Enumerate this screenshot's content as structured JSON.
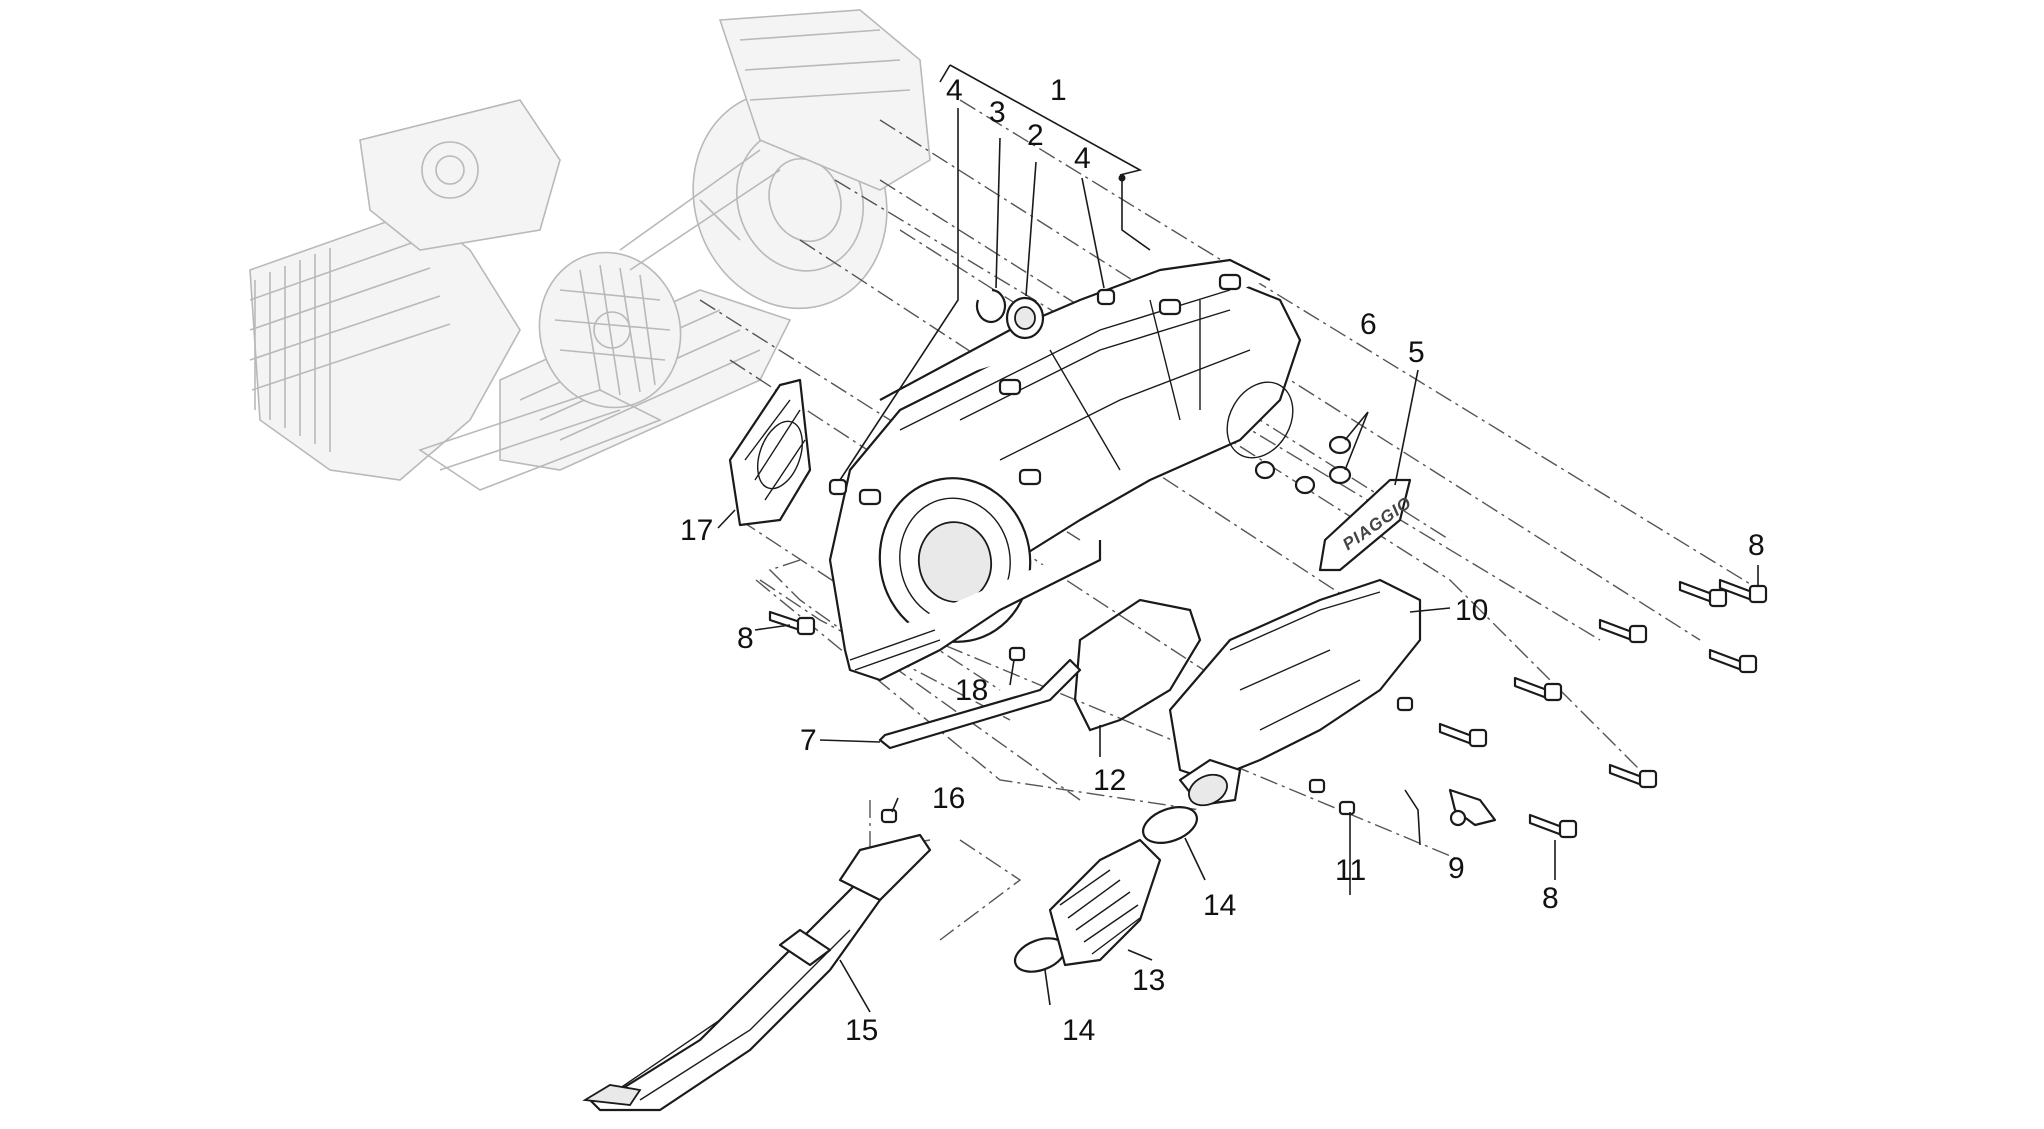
{
  "diagram": {
    "logo_text": "PIAGGIO",
    "callouts": [
      {
        "id": "c1",
        "label": "1"
      },
      {
        "id": "c2",
        "label": "2"
      },
      {
        "id": "c3",
        "label": "3"
      },
      {
        "id": "c4a",
        "label": "4"
      },
      {
        "id": "c4b",
        "label": "4"
      },
      {
        "id": "c5",
        "label": "5"
      },
      {
        "id": "c6",
        "label": "6"
      },
      {
        "id": "c7",
        "label": "7"
      },
      {
        "id": "c8a",
        "label": "8"
      },
      {
        "id": "c8b",
        "label": "8"
      },
      {
        "id": "c8c",
        "label": "8"
      },
      {
        "id": "c9",
        "label": "9"
      },
      {
        "id": "c10",
        "label": "10"
      },
      {
        "id": "c11",
        "label": "11"
      },
      {
        "id": "c12",
        "label": "12"
      },
      {
        "id": "c13",
        "label": "13"
      },
      {
        "id": "c14a",
        "label": "14"
      },
      {
        "id": "c14b",
        "label": "14"
      },
      {
        "id": "c15",
        "label": "15"
      },
      {
        "id": "c16",
        "label": "16"
      },
      {
        "id": "c17",
        "label": "17"
      },
      {
        "id": "c18",
        "label": "18"
      }
    ]
  }
}
